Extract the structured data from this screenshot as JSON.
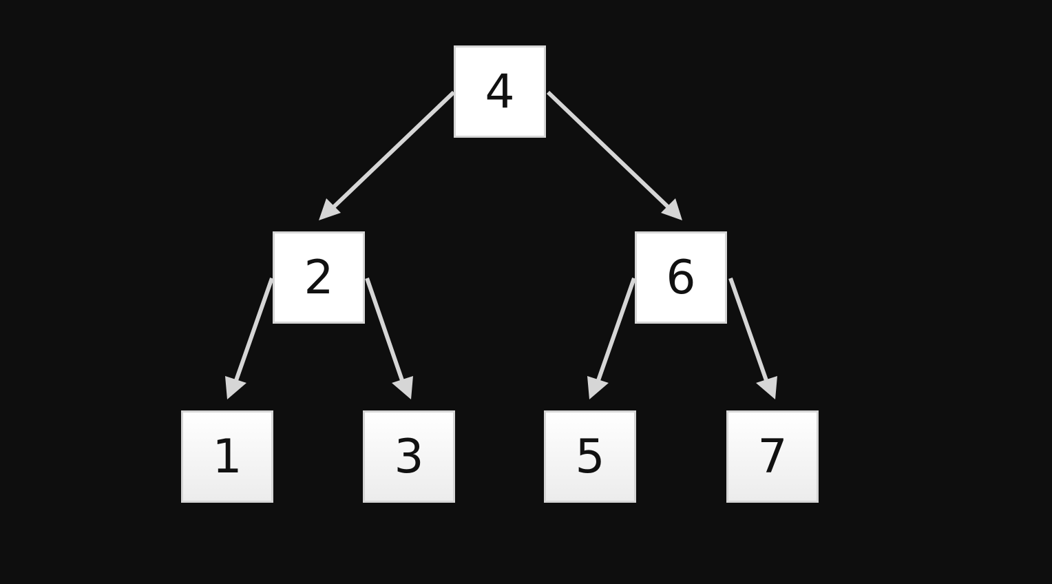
{
  "diagram": {
    "type": "binary-tree",
    "colors": {
      "background": "#0e0e0e",
      "edge": "#d6d6d6",
      "node_fill": "#ffffff",
      "node_border": "#d6d6d6",
      "node_text": "#111111"
    },
    "nodes": [
      {
        "id": "n4",
        "label": "4"
      },
      {
        "id": "n2",
        "label": "2"
      },
      {
        "id": "n6",
        "label": "6"
      },
      {
        "id": "n1",
        "label": "1"
      },
      {
        "id": "n3",
        "label": "3"
      },
      {
        "id": "n5",
        "label": "5"
      },
      {
        "id": "n7",
        "label": "7"
      }
    ],
    "edges": [
      {
        "from": "n4",
        "to": "n2"
      },
      {
        "from": "n4",
        "to": "n6"
      },
      {
        "from": "n2",
        "to": "n1"
      },
      {
        "from": "n2",
        "to": "n3"
      },
      {
        "from": "n6",
        "to": "n5"
      },
      {
        "from": "n6",
        "to": "n7"
      }
    ]
  }
}
